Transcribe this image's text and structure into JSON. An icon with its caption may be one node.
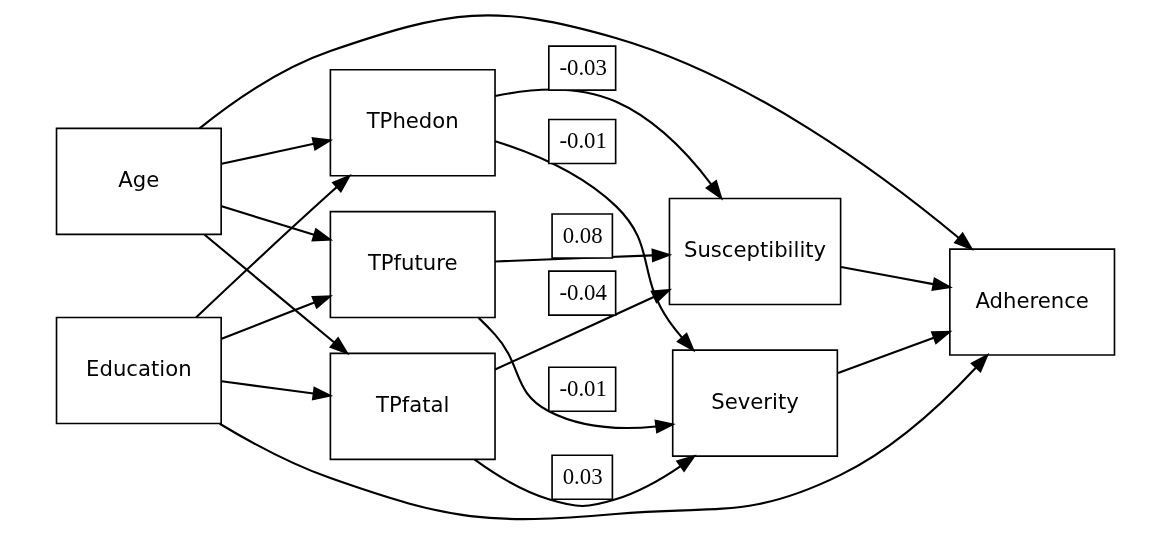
{
  "diagram": {
    "nodes": [
      {
        "text": [
          "Age"
        ]
      },
      {
        "text": [
          "Education"
        ]
      },
      {
        "text": [
          "TPhedon"
        ]
      },
      {
        "text": [
          "TPfuture"
        ]
      },
      {
        "text": [
          "TPfatal"
        ]
      },
      {
        "text": [
          "Susceptibility"
        ]
      },
      {
        "text": [
          "Severity"
        ]
      },
      {
        "text": [
          "Adherence"
        ]
      }
    ],
    "edges": [
      {
        "from": 0,
        "to": 7,
        "arrow": "to"
      },
      {
        "from": 0,
        "to": 2,
        "arrow": "to"
      },
      {
        "from": 0,
        "to": 3,
        "arrow": "to"
      },
      {
        "from": 0,
        "to": 4,
        "arrow": "to"
      },
      {
        "from": 1,
        "to": 2,
        "arrow": "to"
      },
      {
        "from": 1,
        "to": 3,
        "arrow": "to"
      },
      {
        "from": 1,
        "to": 4,
        "arrow": "to"
      },
      {
        "from": 1,
        "to": 7,
        "arrow": "to"
      },
      {
        "from": 2,
        "to": 5,
        "arrow": "to",
        "label": "-0.03"
      },
      {
        "from": 2,
        "to": 6,
        "arrow": "to",
        "label": "-0.01"
      },
      {
        "from": 3,
        "to": 5,
        "arrow": "to",
        "label": "0.08"
      },
      {
        "from": 3,
        "to": 6,
        "arrow": "to",
        "label": "-0.01"
      },
      {
        "from": 4,
        "to": 5,
        "arrow": "to",
        "label": "-0.04"
      },
      {
        "from": 4,
        "to": 6,
        "arrow": "to",
        "label": "0.03"
      },
      {
        "from": 5,
        "to": 7,
        "arrow": "to"
      },
      {
        "from": 6,
        "to": 7,
        "arrow": "to"
      }
    ]
  }
}
